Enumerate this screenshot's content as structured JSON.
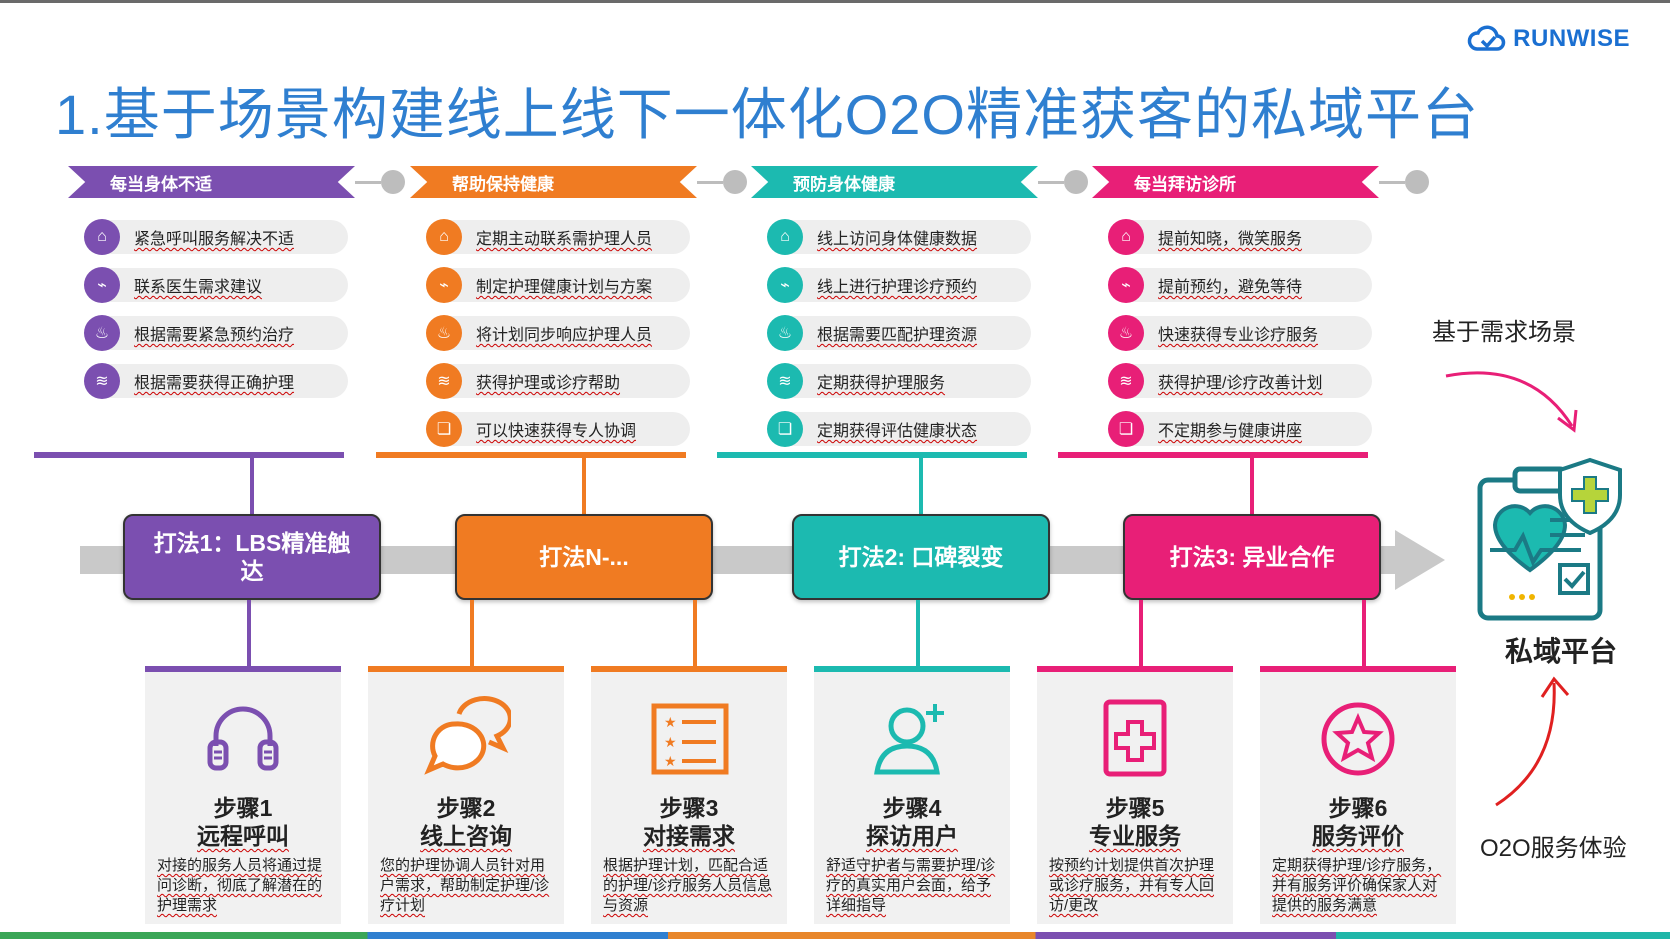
{
  "brand": {
    "logo_text": "RUNWISE",
    "logo_color": "#1a6fd1"
  },
  "title": "1.基于场景构建线上线下一体化O2O精准获客的私域平台",
  "colors": {
    "purple": "#7b4fb0",
    "orange": "#f07b22",
    "teal": "#1cbab0",
    "pink": "#e81f77",
    "gray": "#bdbdbd",
    "title_blue": "#2f7fd0"
  },
  "scenarios": [
    {
      "banner": "每当身体不适",
      "color": "#7b4fb0",
      "items": [
        {
          "icon": "bell-icon",
          "text": "紧急呼叫服务解决不适"
        },
        {
          "icon": "treadmill-icon",
          "text": "联系医生需求建议"
        },
        {
          "icon": "ambulance-icon",
          "text": "根据需要紧急预约治疗"
        },
        {
          "icon": "bed-icon",
          "text": "根据需要获得正确护理"
        }
      ]
    },
    {
      "banner": "帮助保持健康",
      "color": "#f07b22",
      "items": [
        {
          "icon": "bell-icon",
          "text": "定期主动联系需护理人员"
        },
        {
          "icon": "treadmill-icon",
          "text": "制定护理健康计划与方案"
        },
        {
          "icon": "ambulance-icon",
          "text": "将计划同步响应护理人员"
        },
        {
          "icon": "bed-icon",
          "text": "获得护理或诊疗帮助"
        },
        {
          "icon": "cards-icon",
          "text": "可以快速获得专人协调"
        }
      ]
    },
    {
      "banner": "预防身体健康",
      "color": "#1cbab0",
      "items": [
        {
          "icon": "bell-icon",
          "text": "线上访问身体健康数据"
        },
        {
          "icon": "treadmill-icon",
          "text": "线上进行护理诊疗预约"
        },
        {
          "icon": "ambulance-icon",
          "text": "根据需要匹配护理资源"
        },
        {
          "icon": "bed-icon",
          "text": "定期获得护理服务"
        },
        {
          "icon": "cards-icon",
          "text": "定期获得评估健康状态"
        }
      ]
    },
    {
      "banner": "每当拜访诊所",
      "color": "#e81f77",
      "items": [
        {
          "icon": "bell-icon",
          "text": "提前知晓，微笑服务"
        },
        {
          "icon": "treadmill-icon",
          "text": "提前预约，避免等待"
        },
        {
          "icon": "ambulance-icon",
          "text": "快速获得专业诊疗服务"
        },
        {
          "icon": "bed-icon",
          "text": "获得护理/诊疗改善计划"
        },
        {
          "icon": "cards-icon",
          "text": "不定期参与健康讲座"
        }
      ]
    }
  ],
  "plays": [
    {
      "label": "打法1：LBS精准触达",
      "color": "#7b4fb0"
    },
    {
      "label": "打法N-...",
      "color": "#f07b22"
    },
    {
      "label": "打法2: 口碑裂变",
      "color": "#1cbab0"
    },
    {
      "label": "打法3: 异业合作",
      "color": "#e81f77"
    }
  ],
  "steps": [
    {
      "step": "步骤1",
      "name": "远程呼叫",
      "icon": "headset-icon",
      "color": "#7b4fb0",
      "desc": "对接的服务人员将通过提问诊断，彻底了解潜在的护理需求"
    },
    {
      "step": "步骤2",
      "name": "线上咨询",
      "icon": "chat-bubbles-icon",
      "color": "#f07b22",
      "desc": "您的护理协调人员针对用户需求，帮助制定护理/诊疗计划"
    },
    {
      "step": "步骤3",
      "name": "对接需求",
      "icon": "checklist-icon",
      "color": "#f07b22",
      "desc": "根据护理计划，匹配合适的护理/诊疗服务人员信息与资源"
    },
    {
      "step": "步骤4",
      "name": "探访用户",
      "icon": "add-user-icon",
      "color": "#1cbab0",
      "desc": "舒适守护者与需要护理/诊疗的真实用户会面，给予详细指导"
    },
    {
      "step": "步骤5",
      "name": "专业服务",
      "icon": "medical-cross-icon",
      "color": "#e81f77",
      "desc": "按预约计划提供首次护理或诊疗服务，并有专人回访/更改"
    },
    {
      "step": "步骤6",
      "name": "服务评价",
      "icon": "star-badge-icon",
      "color": "#e81f77",
      "desc": "定期获得护理/诊疗服务，并有服务评价确保家人对提供的服务满意"
    }
  ],
  "side": {
    "top_label": "基于需求场景",
    "platform": "私域平台",
    "bottom_label": "O2O服务体验"
  }
}
